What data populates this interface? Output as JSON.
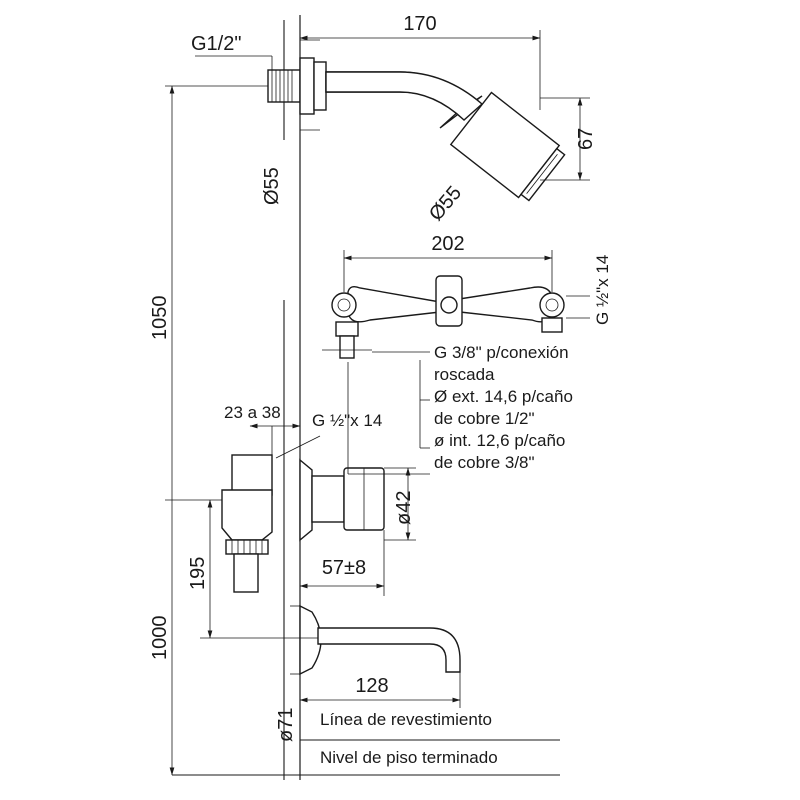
{
  "dimensions": {
    "shower_arm_length": "170",
    "shower_inlet_thread": "G1/2\"",
    "shower_flange_diameter": "Ø55",
    "shower_head_diameter": "Ø55",
    "shower_head_height": "67",
    "valve_spacing": "202",
    "valve_side_thread": "G ½\"x 14",
    "total_height": "1050",
    "wall_depth": "23 a 38",
    "valve_inlet_thread": "G ½\"x 14",
    "handle_diameter": "ø42",
    "handle_projection": "57±8",
    "outlet_height": "195",
    "spout_height": "1000",
    "spout_length": "128",
    "spout_flange_diameter": "ø71"
  },
  "connection_notes": [
    "G 3/8\" p/conexión",
    "roscada",
    "Ø ext. 14,6 p/caño",
    "de cobre 1/2\"",
    "ø int. 12,6 p/caño",
    "de cobre 3/8\""
  ],
  "labels": {
    "finish_line": "Línea de revestimiento",
    "floor_level": "Nivel de piso terminado"
  }
}
